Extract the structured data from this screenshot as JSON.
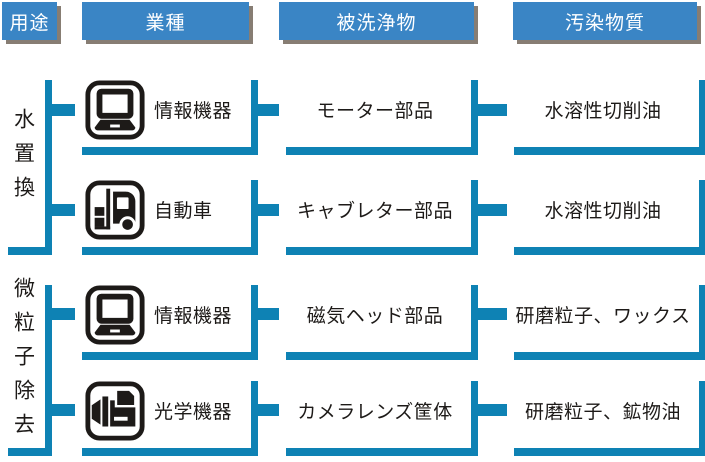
{
  "colors": {
    "header_bg": "#3A85C5",
    "header_shadow": "#877D73",
    "connector_blue": "#0E82B4",
    "text_dark": "#1D1A18",
    "box_bg": "#FFFFFF"
  },
  "headers": {
    "usage": "用途",
    "industry": "業種",
    "cleaned_object": "被洗浄物",
    "contaminant": "汚染物質"
  },
  "groups": [
    {
      "usage": "水置換",
      "rows": [
        {
          "industry": "情報機器",
          "icon": "computer-icon",
          "cleaned_object": "モーター部品",
          "contaminant": "水溶性切削油"
        },
        {
          "industry": "自動車",
          "icon": "forklift-icon",
          "cleaned_object": "キャブレター部品",
          "contaminant": "水溶性切削油"
        }
      ]
    },
    {
      "usage": "微粒子除去",
      "rows": [
        {
          "industry": "情報機器",
          "icon": "computer-icon",
          "cleaned_object": "磁気ヘッド部品",
          "contaminant": "研磨粒子、ワックス"
        },
        {
          "industry": "光学機器",
          "icon": "camera-icon",
          "cleaned_object": "カメラレンズ筐体",
          "contaminant": "研磨粒子、鉱物油"
        }
      ]
    }
  ]
}
